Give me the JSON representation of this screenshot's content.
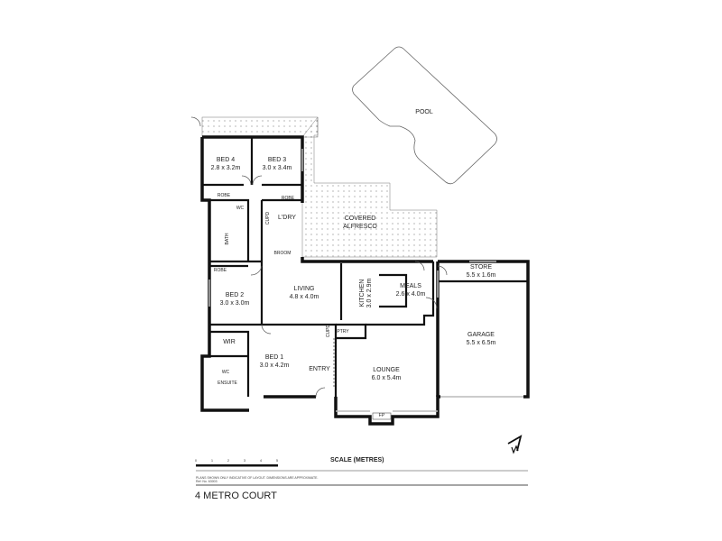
{
  "title": "4 METRO COURT",
  "scale": {
    "label": "SCALE (METRES)",
    "ticks": [
      "0",
      "1",
      "2",
      "3",
      "4",
      "5"
    ]
  },
  "disclaimer": {
    "line1": "PLANS SHOWN ONLY INDICATIVE OF LAYOUT.  DIMENSIONS ARE APPROXIMATE.",
    "line2": "Ref: No. 63003"
  },
  "north_arrow": {
    "label": "N",
    "icon": "north-arrow-icon"
  },
  "rooms": {
    "pool": {
      "name": "POOL"
    },
    "bed4": {
      "name": "BED 4",
      "dims": "2.8 x 3.2m"
    },
    "bed3": {
      "name": "BED 3",
      "dims": "3.0 x 3.4m"
    },
    "robe_bed4": {
      "name": "ROBE"
    },
    "robe_bed3": {
      "name": "ROBE"
    },
    "wc_main": {
      "name": "WC"
    },
    "bath": {
      "name": "BATH"
    },
    "robe_bed2": {
      "name": "ROBE"
    },
    "laundry": {
      "name": "L'DRY"
    },
    "cupd": {
      "name": "CUPD"
    },
    "broom": {
      "name": "BROOM"
    },
    "alfresco": {
      "name": "COVERED",
      "name2": "ALFRESCO"
    },
    "living": {
      "name": "LIVING",
      "dims": "4.8 x 4.0m"
    },
    "kitchen": {
      "name": "KITCHEN",
      "dims": "3.0 x 2.9m"
    },
    "meals": {
      "name": "MEALS",
      "dims": "2.6 x 4.0m"
    },
    "store": {
      "name": "STORE",
      "dims": "5.5 x 1.6m"
    },
    "garage": {
      "name": "GARAGE",
      "dims": "5.5 x 6.5m"
    },
    "bed2": {
      "name": "BED 2",
      "dims": "3.0 x 3.0m"
    },
    "wir": {
      "name": "WIR"
    },
    "bed1": {
      "name": "BED 1",
      "dims": "3.0 x 4.2m"
    },
    "wc_ensuite": {
      "name": "WC"
    },
    "ensuite": {
      "name": "ENSUITE"
    },
    "entry": {
      "name": "ENTRY"
    },
    "cupd2": {
      "name": "CUPD"
    },
    "pantry": {
      "name": "PTRY"
    },
    "lounge": {
      "name": "LOUNGE",
      "dims": "6.0 x 5.4m"
    },
    "fireplace": {
      "name": "FP"
    }
  },
  "colors": {
    "wall": "#111111",
    "thin_line": "#555555",
    "window": "#bbbbbb",
    "background": "#ffffff"
  }
}
